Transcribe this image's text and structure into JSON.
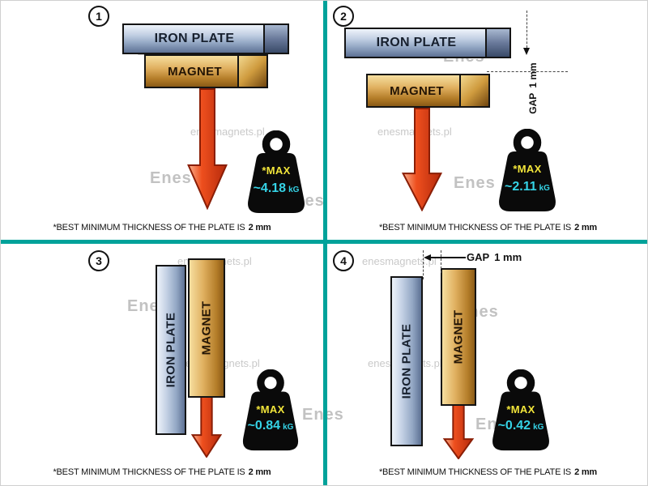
{
  "labels": {
    "plate": "IRON PLATE",
    "magnet": "MAGNET",
    "max": "*MAX",
    "unit": "kG"
  },
  "gap": {
    "label": "GAP",
    "value": "1 mm"
  },
  "footnote": {
    "text": "*BEST MINIMUM THICKNESS OF THE PLATE IS",
    "bold": "2 mm"
  },
  "quadrants": [
    {
      "number": "1",
      "value": "~4.18"
    },
    {
      "number": "2",
      "value": "~2.11"
    },
    {
      "number": "3",
      "value": "~0.84"
    },
    {
      "number": "4",
      "value": "~0.42"
    }
  ],
  "watermark": {
    "url": "enesmagnets.pl",
    "logo": "Enes"
  },
  "colors": {
    "divider": "#00a29a",
    "max_label": "#f2e53a",
    "value": "#35d3e6",
    "arrow": "#e8481e",
    "magnet_gold": "#d9a84e",
    "plate_steel": "#9fb4d0"
  }
}
